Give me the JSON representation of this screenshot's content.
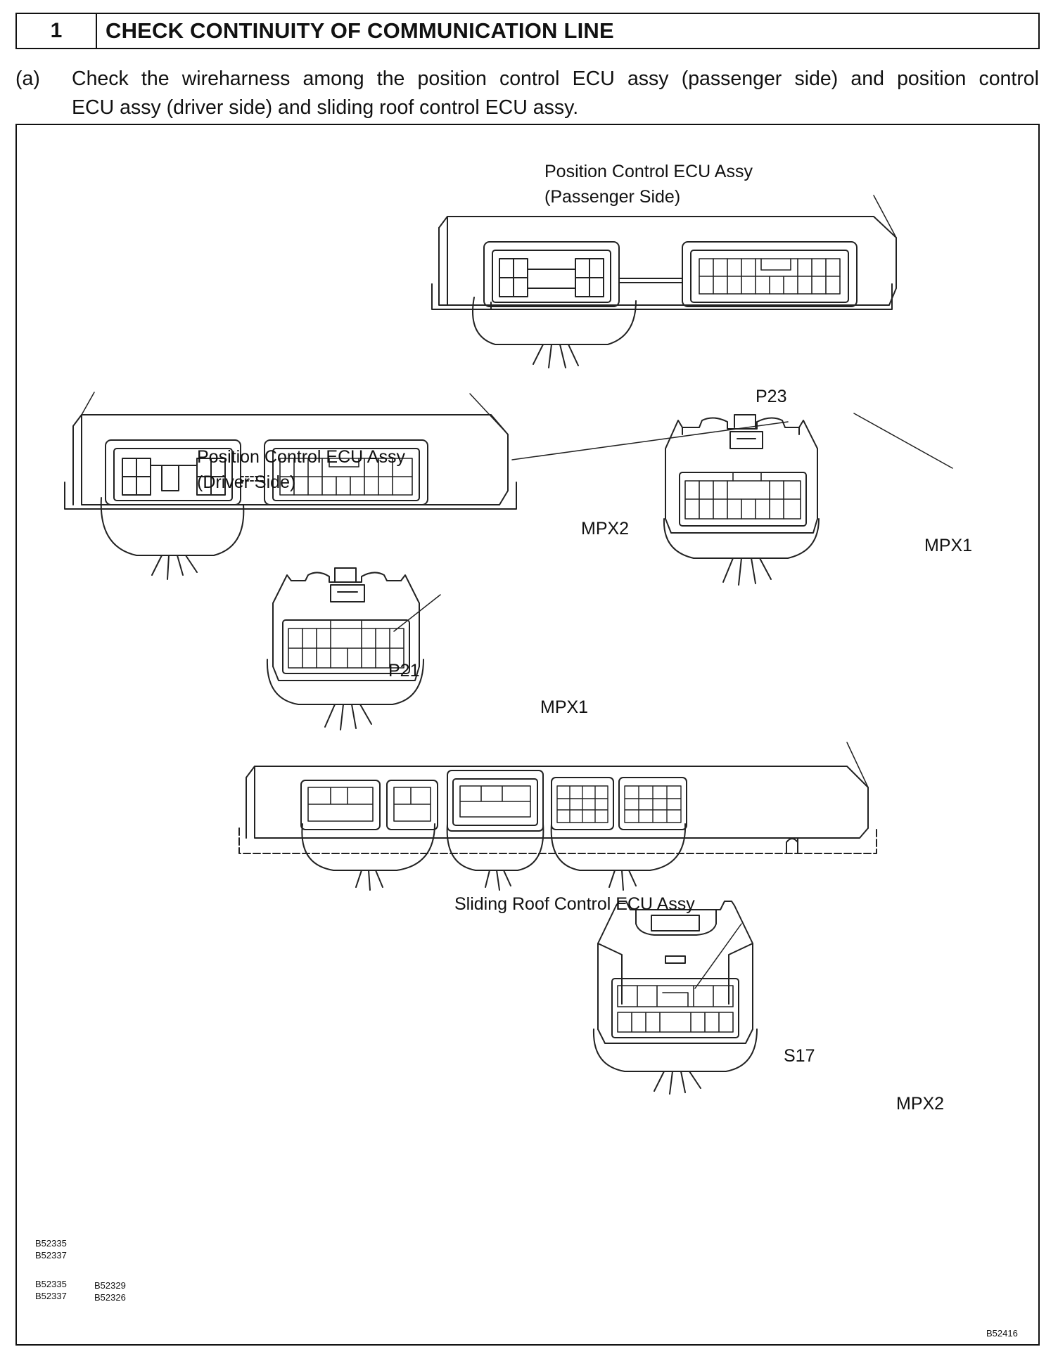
{
  "header": {
    "step_number": "1",
    "title": "CHECK CONTINUITY OF COMMUNICATION LINE"
  },
  "instruction": {
    "marker": "(a)",
    "line1": "Check the wireharness among the position control ECU assy (passenger side) and position control",
    "line2": "ECU assy (driver side) and sliding roof control ECU assy."
  },
  "diagram": {
    "passenger_ecu": {
      "title_line1": "Position Control ECU Assy",
      "title_line2": "(Passenger Side)",
      "connector": "P23",
      "terminals": [
        "MPX2",
        "MPX1"
      ]
    },
    "driver_ecu": {
      "title_line1": "Position Control ECU Assy",
      "title_line2": "(Driver Side)",
      "connector": "P21",
      "terminals": [
        "MPX1"
      ]
    },
    "sliding_roof_ecu": {
      "title": "Sliding Roof Control ECU Assy",
      "connector": "S17",
      "terminals": [
        "MPX2"
      ]
    },
    "ref_codes": {
      "group1": [
        "B52335",
        "B52337"
      ],
      "group2_col1": [
        "B52335",
        "B52337"
      ],
      "group2_col2": [
        "B52329",
        "B52326"
      ],
      "figure_id": "B52416"
    }
  }
}
